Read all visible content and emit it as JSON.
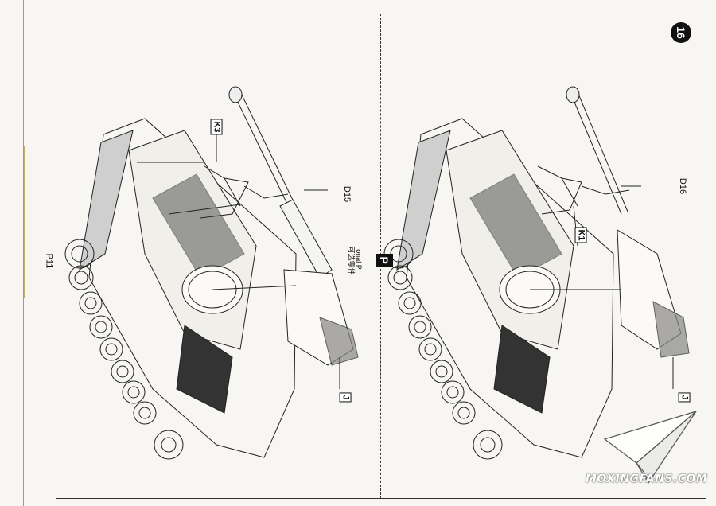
{
  "page": {
    "page_number": "P11",
    "step_number": "16"
  },
  "left_panel": {
    "callouts": {
      "k3": "K3",
      "d15": "D15",
      "j": "J"
    }
  },
  "right_panel": {
    "callouts": {
      "k1": "K1",
      "d16": "D16",
      "j": "J"
    }
  },
  "optional_part": {
    "icon_letter": "P",
    "label_en": "onal P",
    "label_cn": "可选零件"
  },
  "watermark": {
    "text": "MOXINGFANS.COM"
  },
  "colors": {
    "line": "#222222",
    "paper": "#f7f6f2",
    "binder_accent": "#e0a83a"
  }
}
